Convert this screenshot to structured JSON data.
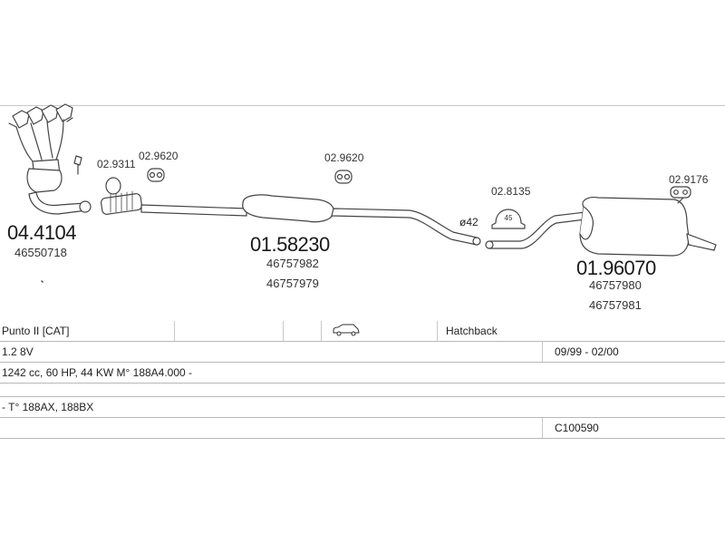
{
  "parts": {
    "manifold": {
      "code": "04.4104",
      "oe": [
        "46550718"
      ]
    },
    "mid_muffler": {
      "code": "01.58230",
      "oe": [
        "46757982",
        "46757979"
      ]
    },
    "rear_muffler": {
      "code": "01.96070",
      "oe": [
        "46757980",
        "46757981"
      ]
    }
  },
  "accessories": {
    "gasket": "02.9311",
    "hanger_front": "02.9620",
    "hanger_mid": "02.9620",
    "clamp": "02.8135",
    "hanger_rear": "02.9176",
    "clamp_inner_label": "45"
  },
  "pipe_diameter": "ø42",
  "table": {
    "model": "Punto II  [CAT]",
    "body": "Hatchback",
    "engine": "1.2  8V",
    "dates": "09/99 - 02/00",
    "spec": "1242 cc, 60 HP, 44 KW M° 188A4.000 -",
    "types": "- T° 188AX, 188BX",
    "catalog_id": "C100590"
  },
  "icons": {
    "body_icon": "car-hatchback-icon"
  },
  "colors": {
    "line": "#444444",
    "fill": "#ffffff",
    "rule": "#c8c8c8"
  }
}
